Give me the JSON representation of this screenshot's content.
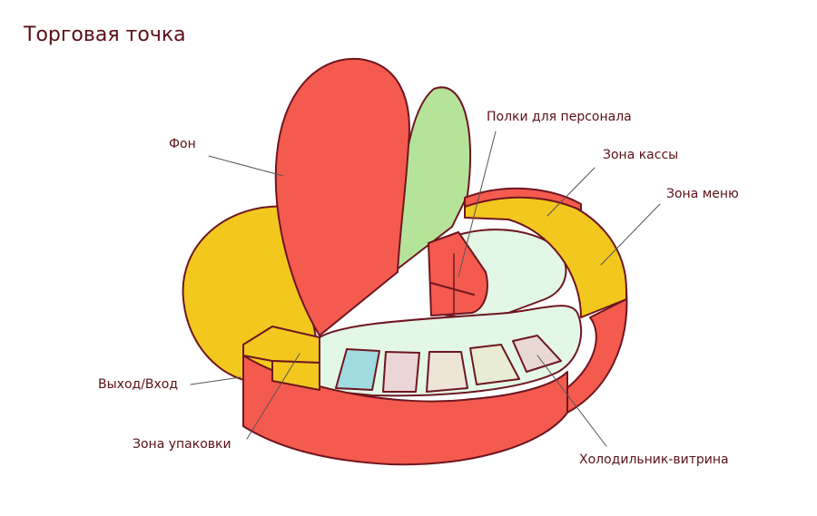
{
  "title": "Торговая точка",
  "labels": {
    "background": "Фон",
    "staff_shelves": "Полки для персонала",
    "cash_zone": "Зона кассы",
    "menu_zone": "Зона меню",
    "entrance": "Выход/Вход",
    "packing_zone": "Зона упаковки",
    "fridge_showcase": "Холодильник-витрина"
  },
  "colors": {
    "red": "#f55a4e",
    "yellow": "#f2c81e",
    "green": "#b5e39a",
    "glass": "#e3f7e6",
    "outline": "#6e1620",
    "text": "#5a1018"
  }
}
